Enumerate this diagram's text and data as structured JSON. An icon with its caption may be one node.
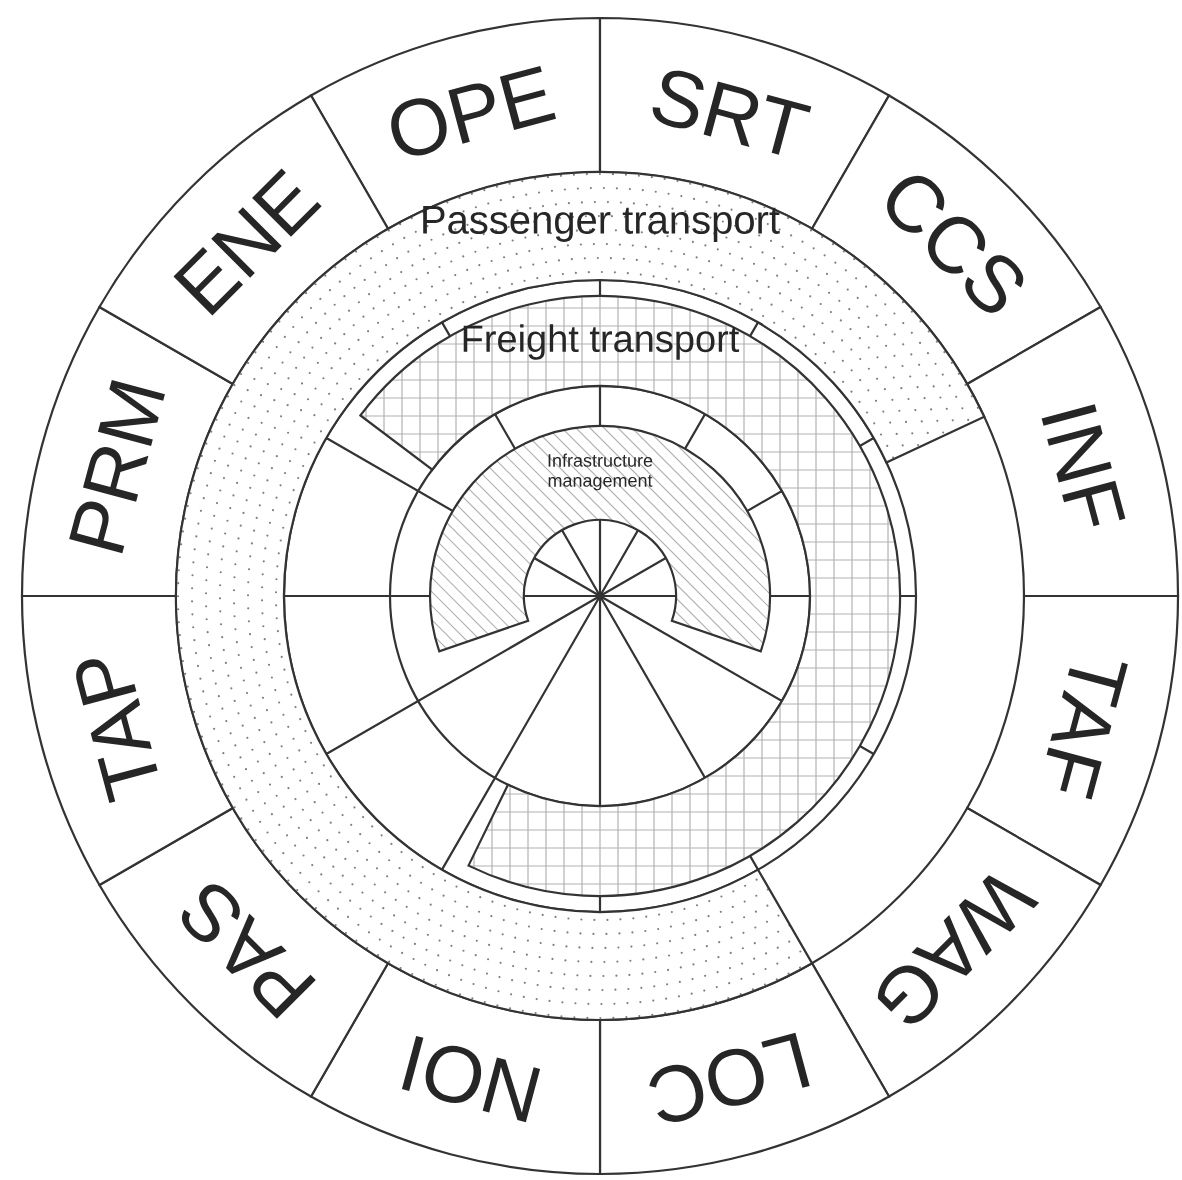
{
  "diagram": {
    "nodes": [
      {
        "text": [
          "OPE"
        ]
      },
      {
        "text": [
          "SRT"
        ]
      },
      {
        "text": [
          "CCS"
        ]
      },
      {
        "text": [
          "INF"
        ]
      },
      {
        "text": [
          "TAF"
        ]
      },
      {
        "text": [
          "WAG"
        ]
      },
      {
        "text": [
          "LOC"
        ]
      },
      {
        "text": [
          "NOI"
        ]
      },
      {
        "text": [
          "PAS"
        ]
      },
      {
        "text": [
          "TAP"
        ]
      },
      {
        "text": [
          "PRM"
        ]
      },
      {
        "text": [
          "ENE"
        ]
      },
      {
        "text": [
          "Passenger transport"
        ]
      },
      {
        "text": [
          "Freight transport"
        ]
      },
      {
        "text": [
          "Infrastructure management"
        ]
      }
    ]
  }
}
